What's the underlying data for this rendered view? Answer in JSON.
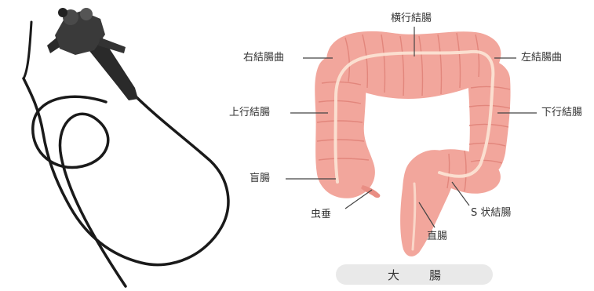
{
  "labels": {
    "transverse": "横行結腸",
    "right_flexure": "右結腸曲",
    "left_flexure": "左結腸曲",
    "ascending": "上行結腸",
    "descending": "下行結腸",
    "cecum": "盲腸",
    "appendix": "虫垂",
    "sigmoid": "S 状結腸",
    "rectum": "直腸"
  },
  "caption": "大腸",
  "colors": {
    "colon_fill": "#f2a69c",
    "colon_shade": "#e98e84",
    "colon_highlight": "#fbe2d3",
    "cable": "#1a1a1a",
    "caption_bg": "#e9e9e9"
  }
}
